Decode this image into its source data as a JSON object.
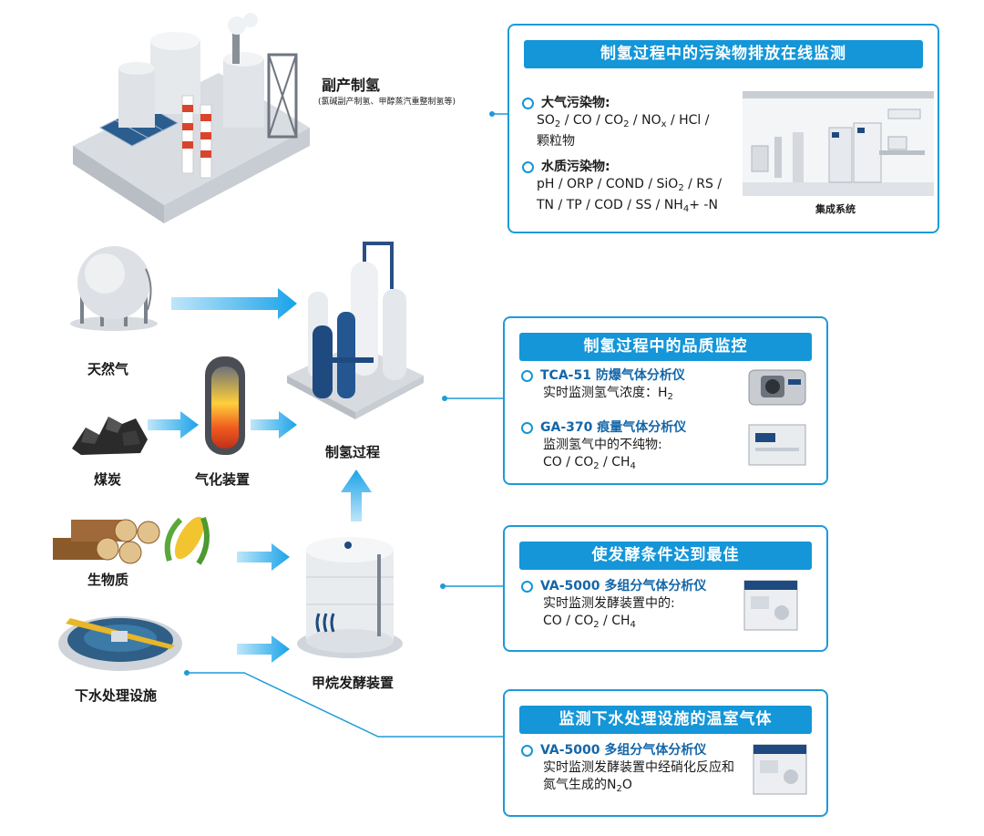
{
  "labels": {
    "byproduct_title": "副产制氢",
    "byproduct_subtitle": "(氯碱副产制氢、甲醇蒸汽重整制氢等)",
    "natural_gas": "天然气",
    "coal": "煤炭",
    "gasifier": "气化装置",
    "hydrogen_process": "制氢过程",
    "biomass": "生物质",
    "sewage": "下水处理设施",
    "methane_fermenter": "甲烷发酵装置"
  },
  "panels": {
    "emissions": {
      "title": "制氢过程中的污染物排放在线监测",
      "air_head": "大气污染物:",
      "air_line1_parts": [
        "SO",
        "2",
        " / CO / CO",
        "2",
        " / NO",
        "x",
        " / HCl /"
      ],
      "air_line2": "颗粒物",
      "water_head": "水质污染物:",
      "water_line1_parts": [
        "pH / ORP / COND / SiO",
        "2",
        " / RS /"
      ],
      "water_line2_parts": [
        "TN / TP / COD / SS / NH",
        "4",
        "+ -N"
      ],
      "image_caption": "集成系统"
    },
    "quality": {
      "title": "制氢过程中的品质监控",
      "item1_head": "TCA-51 防爆气体分析仪",
      "item1_line_parts": [
        "实时监测氢气浓度：H",
        "2"
      ],
      "item2_head": "GA-370 痕量气体分析仪",
      "item2_line1": "监测氢气中的不纯物:",
      "item2_line2_parts": [
        "CO / CO",
        "2",
        " / CH",
        "4"
      ]
    },
    "fermentation": {
      "title": "使发酵条件达到最佳",
      "item_head": "VA-5000 多组分气体分析仪",
      "item_line1": "实时监测发酵装置中的:",
      "item_line2_parts": [
        "CO / CO",
        "2",
        " / CH",
        "4"
      ]
    },
    "greenhouse": {
      "title": "监测下水处理设施的温室气体",
      "item_head": "VA-5000 多组分气体分析仪",
      "item_line1": "实时监测发酵装置中经硝化反应和",
      "item_line2_parts": [
        "氮气生成的N",
        "2",
        "O"
      ]
    }
  },
  "colors": {
    "accent": "#1496d8",
    "arrow": "#1aa3e8",
    "border": "#1d9bd8"
  }
}
